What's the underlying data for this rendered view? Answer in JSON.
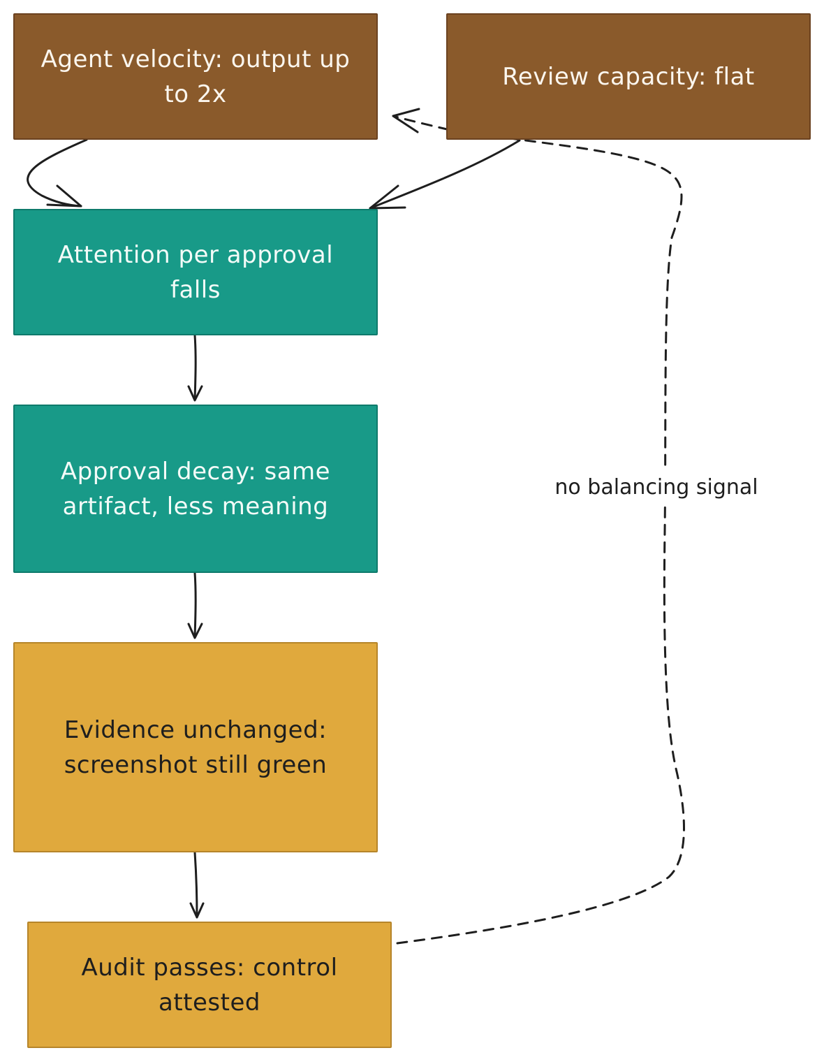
{
  "colors": {
    "source_fill": "#8a5a2b",
    "mechanism_fill": "#189a88",
    "outcome_fill": "#e0a93d",
    "edge": "#1e1e1e",
    "background": "#ffffff"
  },
  "nodes": {
    "agent_velocity": "Agent velocity: output up to 2x",
    "review_capacity": "Review capacity: flat",
    "attention": "Attention per approval falls",
    "approval_decay": "Approval decay: same artifact, less meaning",
    "evidence": "Evidence unchanged: screenshot still green",
    "audit": "Audit passes: control attested"
  },
  "edges": [
    {
      "from": "agent_velocity",
      "to": "attention",
      "style": "solid"
    },
    {
      "from": "review_capacity",
      "to": "attention",
      "style": "solid"
    },
    {
      "from": "attention",
      "to": "approval_decay",
      "style": "solid"
    },
    {
      "from": "approval_decay",
      "to": "evidence",
      "style": "solid"
    },
    {
      "from": "evidence",
      "to": "audit",
      "style": "solid"
    },
    {
      "from": "audit",
      "to": "agent_velocity",
      "style": "dashed"
    }
  ],
  "feedback_label": "no balancing signal"
}
